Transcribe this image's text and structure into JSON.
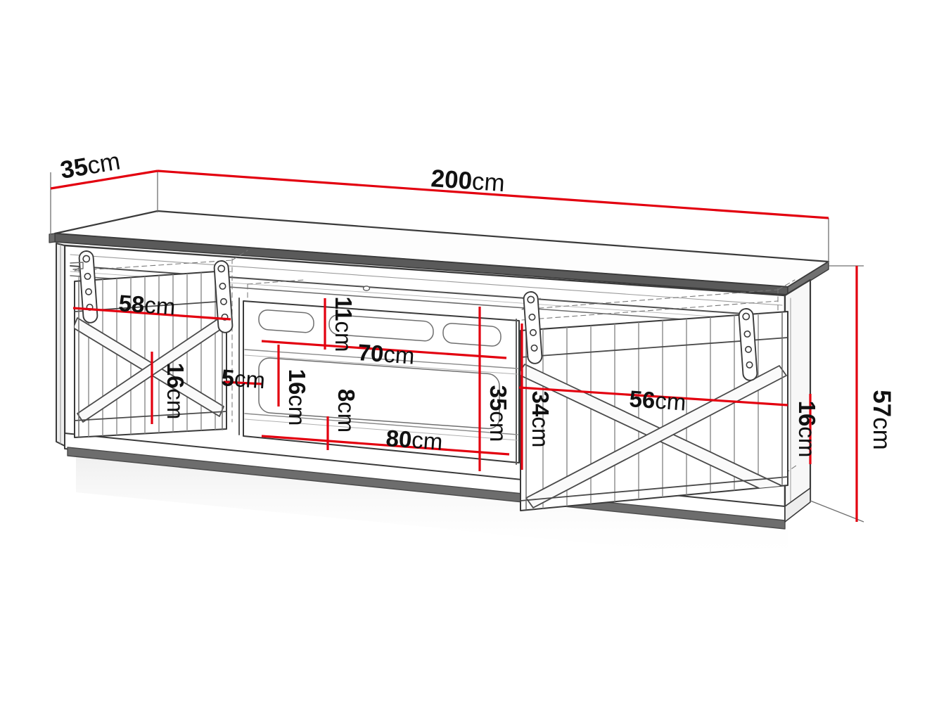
{
  "drawing": {
    "title": "TV cabinet dimension drawing",
    "subject": "sliding-barn-door-tv-stand",
    "view": "isometric-front-perspective",
    "background_color": "#ffffff",
    "line_color": "#3a3a3a",
    "dimension_color": "#e3000f",
    "hidden_line_style": "dashed",
    "unit": "cm"
  },
  "dimensions": {
    "overall_width": {
      "value": "200",
      "unit": "cm",
      "label": "200cm",
      "orientation": "horizontal",
      "location": "top"
    },
    "overall_depth": {
      "value": "35",
      "unit": "cm",
      "label": "35cm",
      "orientation": "diagonal",
      "location": "top-left"
    },
    "overall_height": {
      "value": "57",
      "unit": "cm",
      "label": "57cm",
      "orientation": "vertical",
      "location": "right"
    },
    "left_door_width": {
      "value": "58",
      "unit": "cm",
      "label": "58cm",
      "orientation": "horizontal",
      "location": "left-door"
    },
    "left_compartment_height": {
      "value": "16",
      "unit": "cm",
      "label": "16cm",
      "orientation": "vertical",
      "location": "left-door"
    },
    "divider_thickness": {
      "value": "5",
      "unit": "cm",
      "label": "5cm",
      "orientation": "horizontal",
      "location": "between-left-door-and-center"
    },
    "center_top_shelf_height": {
      "value": "11",
      "unit": "cm",
      "label": "11cm",
      "orientation": "vertical",
      "location": "center-upper"
    },
    "center_top_shelf_width": {
      "value": "70",
      "unit": "cm",
      "label": "70cm",
      "orientation": "horizontal",
      "location": "center-upper"
    },
    "center_left_height": {
      "value": "16",
      "unit": "cm",
      "label": "16cm",
      "orientation": "vertical",
      "location": "center-left"
    },
    "center_shelf_gap": {
      "value": "8",
      "unit": "cm",
      "label": "8cm",
      "orientation": "vertical",
      "location": "center-lower"
    },
    "center_bottom_width": {
      "value": "80",
      "unit": "cm",
      "label": "80cm",
      "orientation": "horizontal",
      "location": "center-lower"
    },
    "center_total_height": {
      "value": "35",
      "unit": "cm",
      "label": "35cm",
      "orientation": "vertical",
      "location": "center-right"
    },
    "right_compartment_height": {
      "value": "34",
      "unit": "cm",
      "label": "34cm",
      "orientation": "vertical",
      "location": "right-door-left"
    },
    "right_door_width": {
      "value": "56",
      "unit": "cm",
      "label": "56cm",
      "orientation": "horizontal",
      "location": "right-door"
    },
    "right_plinth_height": {
      "value": "16",
      "unit": "cm",
      "label": "16cm",
      "orientation": "vertical",
      "location": "right-inner"
    }
  },
  "labels": [
    {
      "id": "depth-35",
      "number": "35",
      "unit": "cm"
    },
    {
      "id": "width-200",
      "number": "200",
      "unit": "cm"
    },
    {
      "id": "height-57",
      "number": "57",
      "unit": "cm"
    },
    {
      "id": "left-door-58",
      "number": "58",
      "unit": "cm"
    },
    {
      "id": "left-16",
      "number": "16",
      "unit": "cm"
    },
    {
      "id": "gap-5",
      "number": "5",
      "unit": "cm"
    },
    {
      "id": "center-11",
      "number": "11",
      "unit": "cm"
    },
    {
      "id": "center-70",
      "number": "70",
      "unit": "cm"
    },
    {
      "id": "center-16",
      "number": "16",
      "unit": "cm"
    },
    {
      "id": "center-8",
      "number": "8",
      "unit": "cm"
    },
    {
      "id": "center-80",
      "number": "80",
      "unit": "cm"
    },
    {
      "id": "center-35",
      "number": "35",
      "unit": "cm"
    },
    {
      "id": "right-34",
      "number": "34",
      "unit": "cm"
    },
    {
      "id": "right-56",
      "number": "56",
      "unit": "cm"
    },
    {
      "id": "right-16",
      "number": "16",
      "unit": "cm"
    }
  ],
  "features": {
    "doors": [
      {
        "name": "left-sliding-barn-door",
        "style": "X-brace with vertical slats",
        "hangers": 2
      },
      {
        "name": "right-sliding-barn-door",
        "style": "X-brace with vertical slats",
        "hangers": 2
      }
    ],
    "center_open_section": {
      "name": "center-open-shelf",
      "vent_slots": 4,
      "shelf_count": 2
    },
    "top_panel": {
      "name": "top-board",
      "overhang": true
    },
    "plinth": {
      "name": "base-plinth"
    }
  }
}
